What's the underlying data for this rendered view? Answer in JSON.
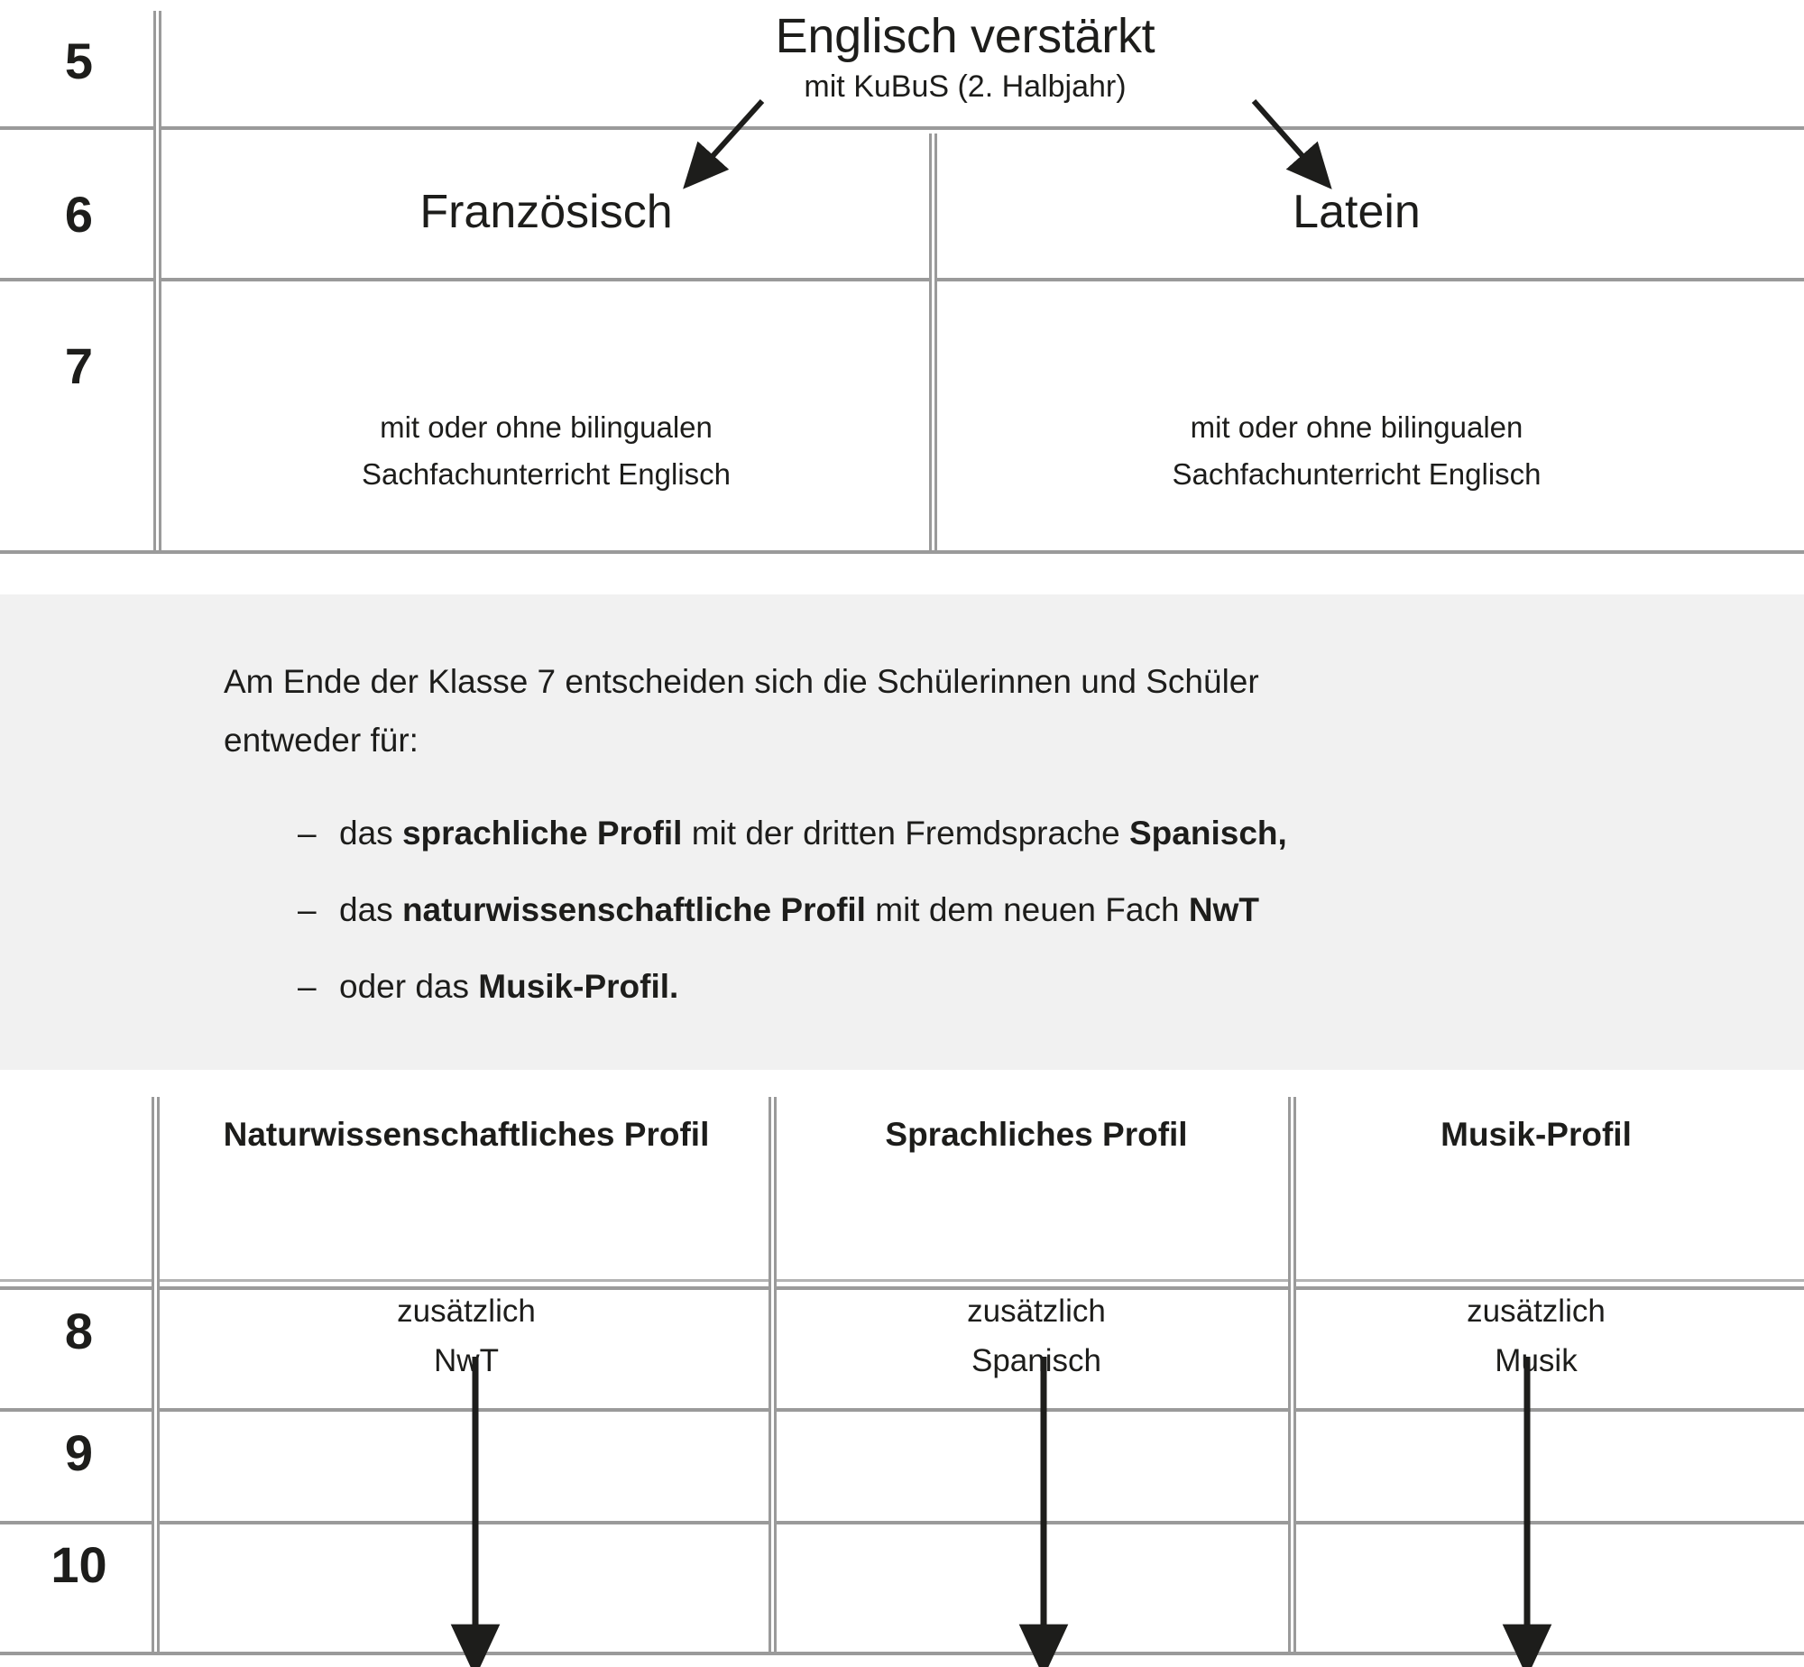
{
  "upper_table": {
    "grades": [
      "5",
      "6",
      "7"
    ],
    "title": {
      "main": "Englisch verstärkt",
      "sub": "mit KuBuS (2. Halbjahr)"
    },
    "languages": {
      "left": "Französisch",
      "right": "Latein"
    },
    "bilingual": {
      "left_line1": "mit oder ohne bilingualen",
      "left_line2": "Sachfachunterricht Englisch",
      "right_line1": "mit oder ohne bilingualen",
      "right_line2": "Sachfachunterricht Englisch"
    },
    "arrows": {
      "left_arrow": "arrow-down-left-icon",
      "right_arrow": "arrow-down-right-icon"
    }
  },
  "note_box": {
    "background_color": "#f1f1f1",
    "intro_line1": "Am Ende der Klasse 7 entscheiden sich die Schülerinnen und Schüler",
    "intro_line2": "entweder für:",
    "items": [
      {
        "dash": "–",
        "pre": "das ",
        "bold1": "sprachliche Profil",
        "mid": " mit der dritten Fremdsprache ",
        "bold2": "Spanisch,",
        "post": ""
      },
      {
        "dash": "–",
        "pre": "das ",
        "bold1": "naturwissenschaftliche Profil",
        "mid": " mit dem neuen Fach ",
        "bold2": "NwT",
        "post": ""
      },
      {
        "dash": "–",
        "pre": "oder das ",
        "bold1": "Musik-Profil.",
        "mid": "",
        "bold2": "",
        "post": ""
      }
    ]
  },
  "lower_table": {
    "headers": [
      "Naturwissenschaftliches Profil",
      "Sprachliches Profil",
      "Musik-Profil"
    ],
    "grades": [
      "8",
      "9",
      "10"
    ],
    "additions": [
      {
        "line1": "zusätzlich",
        "line2": "NwT"
      },
      {
        "line1": "zusätzlich",
        "line2": "Spanisch"
      },
      {
        "line1": "zusätzlich",
        "line2": "Musik"
      }
    ],
    "arrows": {
      "nwt": "arrow-down-icon",
      "spanisch": "arrow-down-icon",
      "musik": "arrow-down-icon"
    }
  },
  "colors": {
    "text": "#1d1d1b",
    "rule": "#9a9a9a",
    "rule_thin": "#b3b3b3",
    "panel": "#f1f1f1",
    "page": "#ffffff"
  }
}
